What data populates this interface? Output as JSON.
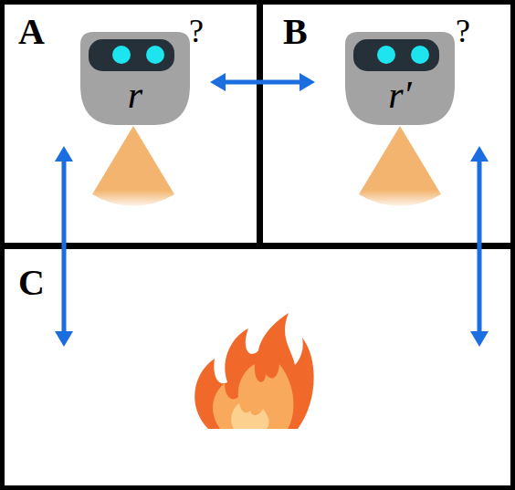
{
  "diagram": {
    "nodes": [
      {
        "text": [
          "A"
        ]
      },
      {
        "text": [
          "r"
        ],
        "in": 0
      },
      {
        "text": [
          "B"
        ]
      },
      {
        "text": [
          "r′"
        ],
        "in": 2
      },
      {
        "text": [
          "C"
        ]
      }
    ],
    "edges": [
      {
        "from": 0,
        "to": 2,
        "arrow": "both"
      },
      {
        "from": 0,
        "to": 4,
        "arrow": "both"
      },
      {
        "from": 2,
        "to": 4,
        "arrow": "both"
      }
    ],
    "labels": [
      "?",
      "?"
    ]
  }
}
